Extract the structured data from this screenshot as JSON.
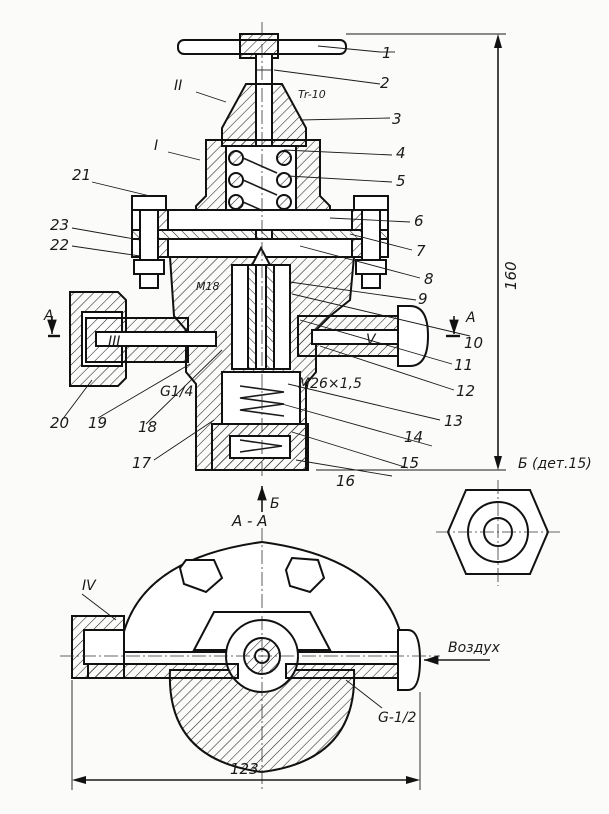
{
  "callouts": [
    "1",
    "2",
    "3",
    "4",
    "5",
    "6",
    "7",
    "8",
    "9",
    "10",
    "11",
    "12",
    "13",
    "14",
    "15",
    "16",
    "17",
    "18",
    "19",
    "20",
    "21",
    "22",
    "23"
  ],
  "roman": [
    "II",
    "I",
    "III",
    "V",
    "IV"
  ],
  "dimensions": {
    "height": "160",
    "width": "123"
  },
  "threads": {
    "tr": "Tr-10",
    "m18": "M18",
    "m26": "M26×1,5",
    "g14": "G1/4",
    "g12": "G-1/2"
  },
  "views": {
    "section_mark": "A",
    "section_title": "A - A",
    "view_b": "Б",
    "view_b_title": "Б (дет.15)"
  },
  "labels": {
    "air": "Воздух"
  }
}
